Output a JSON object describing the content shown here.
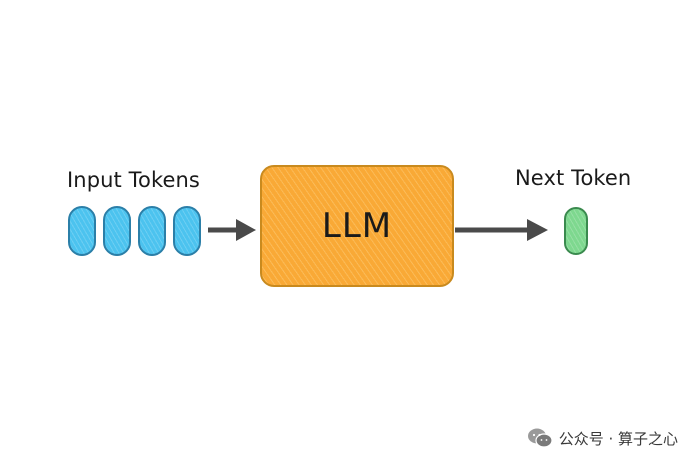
{
  "diagram": {
    "input_label": "Input Tokens",
    "model_label": "LLM",
    "output_label": "Next Token",
    "input_token_count": 4,
    "output_token_count": 1
  },
  "watermark": {
    "icon": "wechat-icon",
    "text": "公众号 · 算子之心"
  },
  "colors": {
    "input_token": "#4cc3ef",
    "output_token": "#7ed88f",
    "model_box": "#f9a936",
    "arrow": "#4a4a4a"
  }
}
